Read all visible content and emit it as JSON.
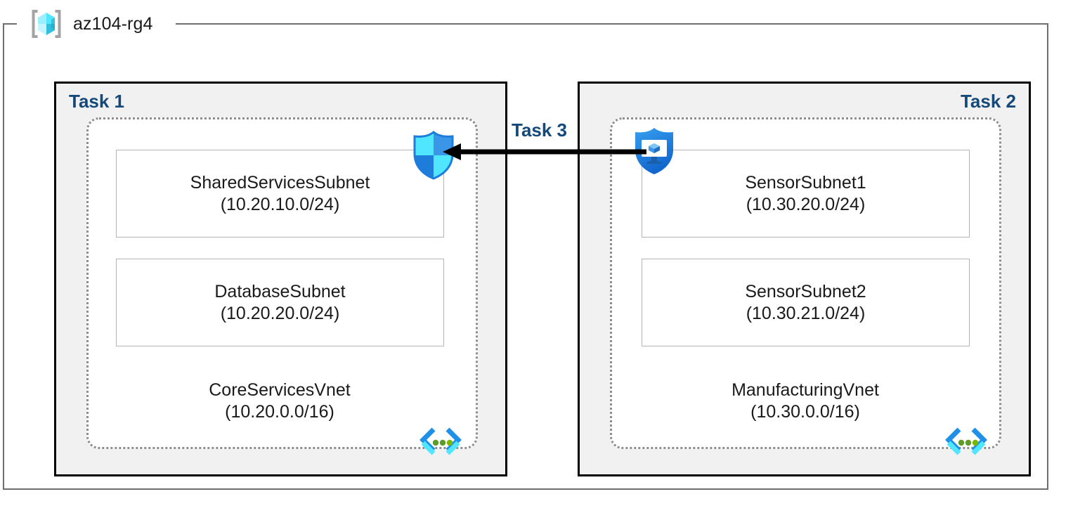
{
  "resource_group": {
    "name": "az104-rg4",
    "icon": "resource-group-cube-icon"
  },
  "tasks": [
    {
      "id": "task1",
      "label": "Task 1",
      "align": "left"
    },
    {
      "id": "task2",
      "label": "Task 2",
      "align": "right"
    },
    {
      "id": "task3",
      "label": "Task 3"
    }
  ],
  "vnets": [
    {
      "id": "core",
      "name": "CoreServicesVnet",
      "cidr": "(10.20.0.0/16)",
      "icon": "virtual-network-icon",
      "subnets": [
        {
          "name": "SharedServicesSubnet",
          "cidr": "(10.20.10.0/24)"
        },
        {
          "name": "DatabaseSubnet",
          "cidr": "(10.20.20.0/24)"
        }
      ]
    },
    {
      "id": "manufacturing",
      "name": "ManufacturingVnet",
      "cidr": "(10.30.0.0/16)",
      "icon": "virtual-network-icon",
      "subnets": [
        {
          "name": "SensorSubnet1",
          "cidr": "(10.30.20.0/24)"
        },
        {
          "name": "SensorSubnet2",
          "cidr": "(10.30.21.0/24)"
        }
      ]
    }
  ],
  "icons": {
    "nsg_shield": "network-security-group-shield-icon",
    "vm_shield": "vm-security-shield-icon",
    "connection": "peering-arrow-icon"
  },
  "colors": {
    "task_label": "#14497a",
    "task_border": "#000000",
    "task_fill": "#f1f1f1",
    "vnet_border": "#8d8d8d",
    "subnet_border": "#b4b4b4",
    "rg_border": "#6e6e6e",
    "arrow": "#000000",
    "azure_blue": "#1e90e8",
    "azure_cyan": "#50e6ff",
    "vnet_green": "#5e9b2a"
  }
}
